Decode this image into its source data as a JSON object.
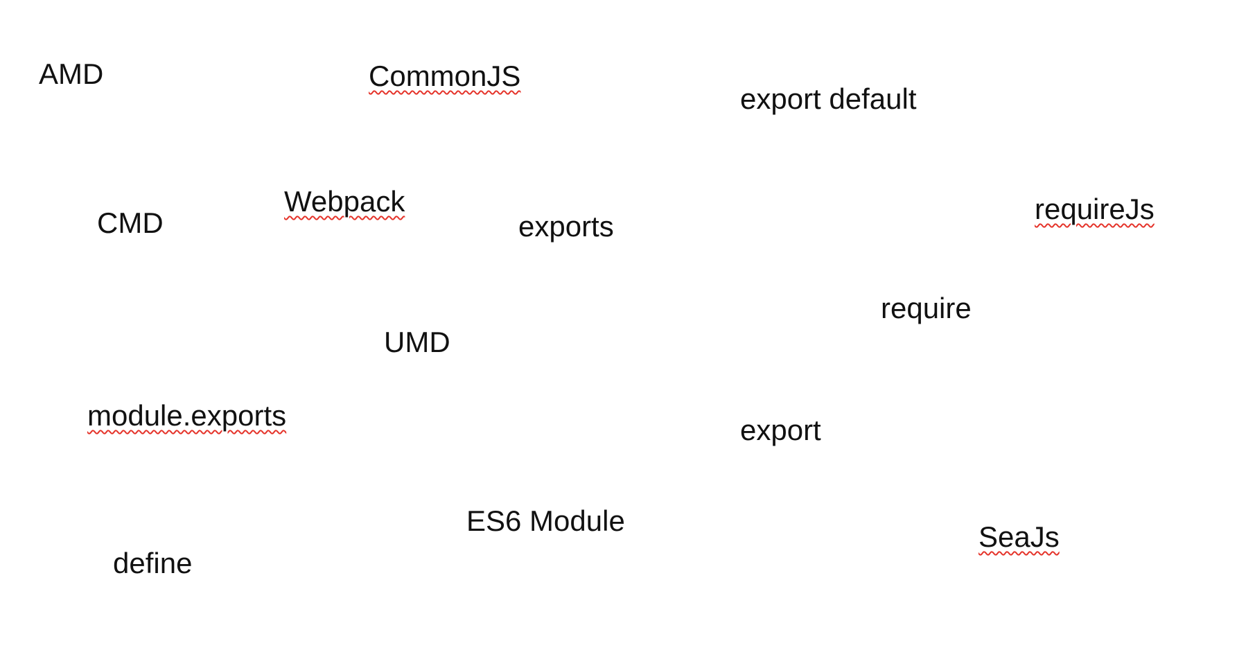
{
  "document": {
    "words": {
      "amd": "AMD",
      "commonjs": "CommonJS",
      "export_default": "export default",
      "cmd": "CMD",
      "webpack": "Webpack",
      "exports": "exports",
      "requirejs": "requireJs",
      "require": "require",
      "umd": "UMD",
      "module_exports": "module.exports",
      "export": "export",
      "es6_module": "ES6 Module",
      "seajs": "SeaJs",
      "define": "define"
    },
    "colors": {
      "text": "#111111",
      "background": "#ffffff",
      "spellcheck_underline": "#e5332a"
    }
  }
}
